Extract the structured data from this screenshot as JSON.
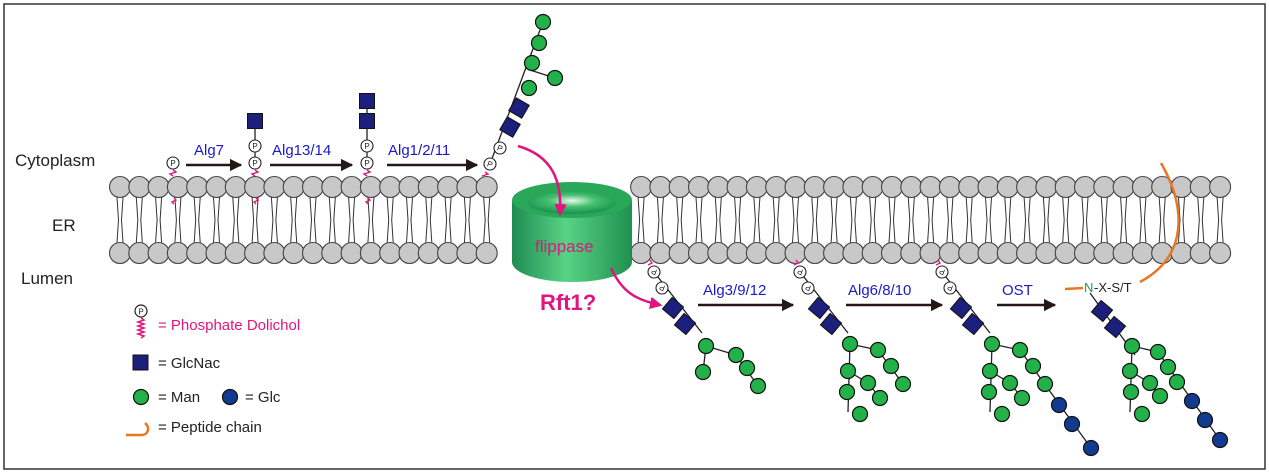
{
  "compartments": {
    "cytoplasm": "Cytoplasm",
    "er": "ER",
    "lumen": "Lumen"
  },
  "enzymes": {
    "step1": "Alg7",
    "step2": "Alg13/14",
    "step3": "Alg1/2/11",
    "step4": "Alg3/9/12",
    "step5": "Alg6/8/10",
    "step6": "OST"
  },
  "flippase": {
    "label": "flippase",
    "candidate": "Rft1?"
  },
  "phosphate_symbol": "P",
  "sequon": {
    "n": "N",
    "rest": "-X-S/T"
  },
  "legend": {
    "phosphate_dolichol": "= Phosphate Dolichol",
    "glcnac": "= GlcNac",
    "man": "= Man",
    "glc": "= Glc",
    "peptide": "= Peptide chain"
  },
  "colors": {
    "enzyme_text": "#1a1acc",
    "magenta": "#e0157f",
    "glcnac": "#1c1f7c",
    "man": "#23b14a",
    "glc": "#123a8f",
    "lipid_head": "#c8c8c8",
    "peptide": "#e87722",
    "flippase": "#1f9e4c",
    "arrow": "#231815",
    "sequon_n": "#1f9e4c"
  }
}
